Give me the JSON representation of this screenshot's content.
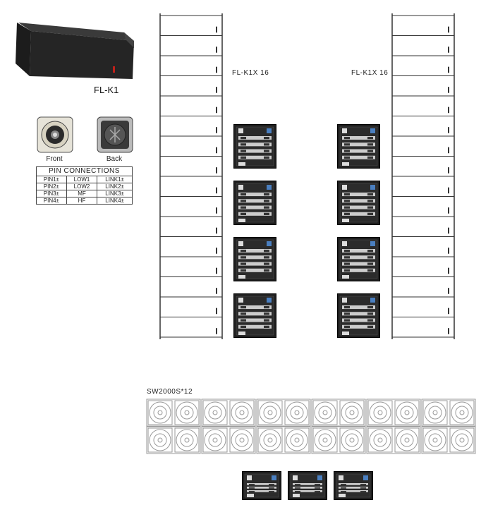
{
  "product": {
    "model": "FL-K1",
    "front_label": "Front",
    "back_label": "Back"
  },
  "pin_table": {
    "title": "PIN CONNECTIONS",
    "rows": [
      [
        "PIN1±",
        "LOW1",
        "LINK1±"
      ],
      [
        "PIN2±",
        "LOW2",
        "LINK2±"
      ],
      [
        "PIN3±",
        "MF",
        "LINK3±"
      ],
      [
        "PIN4±",
        "HF",
        "LINK4±"
      ]
    ]
  },
  "arrays": [
    {
      "label": "FL-K1X 16",
      "cabinets": 16,
      "amplifiers": 4
    },
    {
      "label": "FL-K1X 16",
      "cabinets": 16,
      "amplifiers": 4
    }
  ],
  "subwoofers": {
    "label": "SW2000S*12",
    "count": 12,
    "amplifiers": 3
  },
  "colors": {
    "line": "#333333",
    "cabinet": "#2a2a2a",
    "amp_body": "#1e1e1e",
    "amp_accent": "#4a7fc0",
    "sub_line": "#999999",
    "led": "#c0201a"
  }
}
